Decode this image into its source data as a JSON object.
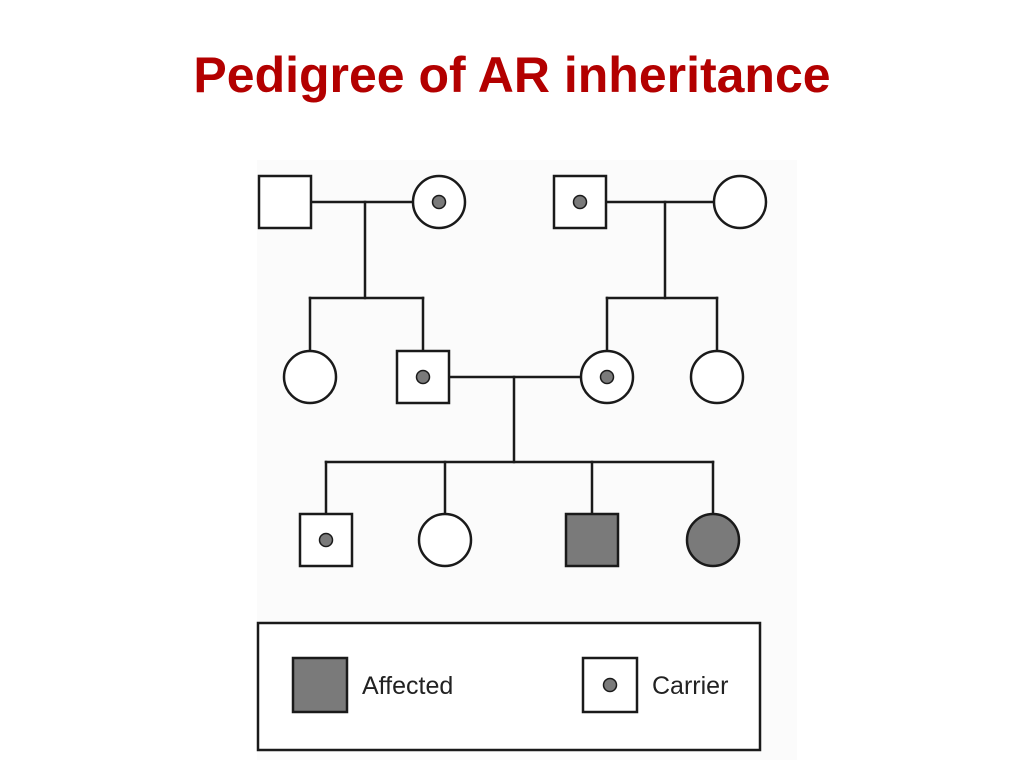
{
  "title": "Pedigree of AR inheritance",
  "colors": {
    "title": "#b30000",
    "line": "#1a1a1a",
    "affected_fill": "#7a7a7a",
    "carrier_dot": "#7a7a7a"
  },
  "legend": {
    "affected_label": "Affected",
    "carrier_label": "Carrier"
  },
  "pedigree": {
    "generation_1": [
      {
        "sex": "male",
        "status": "unaffected"
      },
      {
        "sex": "female",
        "status": "carrier"
      },
      {
        "sex": "male",
        "status": "carrier"
      },
      {
        "sex": "female",
        "status": "unaffected"
      }
    ],
    "generation_2": [
      {
        "sex": "female",
        "status": "unaffected"
      },
      {
        "sex": "male",
        "status": "carrier"
      },
      {
        "sex": "female",
        "status": "carrier"
      },
      {
        "sex": "female",
        "status": "unaffected"
      }
    ],
    "generation_3": [
      {
        "sex": "male",
        "status": "carrier"
      },
      {
        "sex": "female",
        "status": "unaffected"
      },
      {
        "sex": "male",
        "status": "affected"
      },
      {
        "sex": "female",
        "status": "affected"
      }
    ]
  }
}
